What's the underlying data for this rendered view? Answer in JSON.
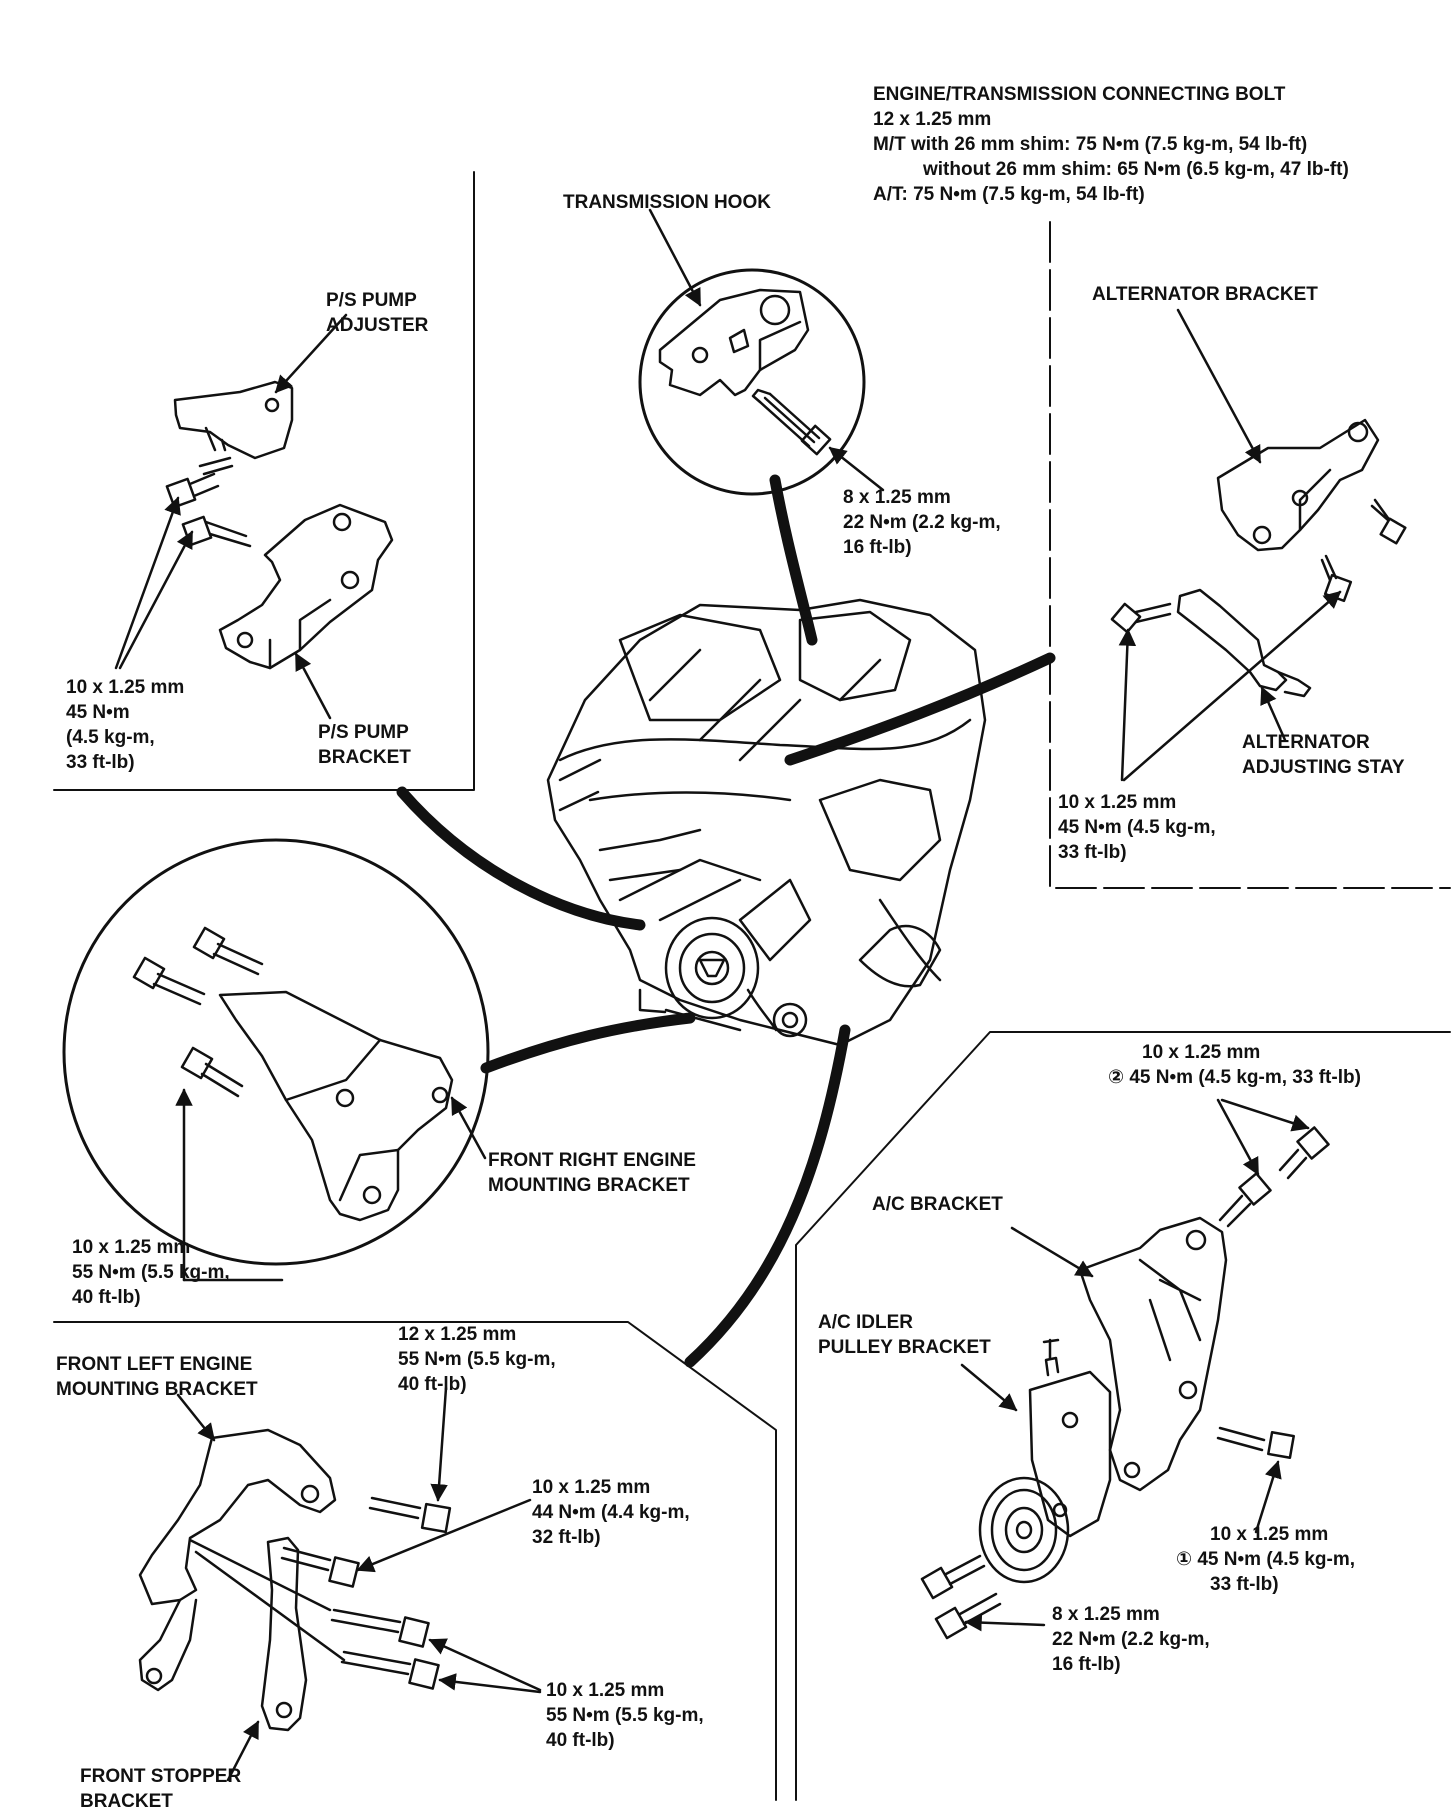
{
  "connecting_bolt": {
    "title": "ENGINE/TRANSMISSION CONNECTING BOLT",
    "size": "12 x 1.25 mm",
    "mt_with_shim": "M/T with 26 mm shim: 75 N•m (7.5 kg-m, 54 lb-ft)",
    "mt_without_shim": "without 26 mm shim: 65 N•m (6.5 kg-m, 47 lb-ft)",
    "at": "A/T: 75 N•m (7.5 kg-m, 54 lb-ft)"
  },
  "transmission_hook": {
    "title": "TRANSMISSION HOOK",
    "spec": [
      "8 x 1.25 mm",
      "22 N•m (2.2 kg-m,",
      "16 ft-lb)"
    ]
  },
  "ps_pump": {
    "adjuster": [
      "P/S PUMP",
      "ADJUSTER"
    ],
    "bracket": [
      "P/S PUMP",
      "BRACKET"
    ],
    "spec": [
      "10 x 1.25 mm",
      "45 N•m",
      "(4.5 kg-m,",
      "33 ft-lb)"
    ]
  },
  "alternator": {
    "bracket": "ALTERNATOR BRACKET",
    "stay": [
      "ALTERNATOR",
      "ADJUSTING STAY"
    ],
    "spec": [
      "10 x 1.25 mm",
      "45 N•m (4.5 kg-m,",
      "33 ft-lb)"
    ]
  },
  "front_right_mount": {
    "title": [
      "FRONT RIGHT ENGINE",
      "MOUNTING BRACKET"
    ],
    "spec": [
      "10 x 1.25 mm",
      "55 N•m (5.5 kg-m,",
      "40 ft-lb)"
    ]
  },
  "front_left_mount": {
    "title": [
      "FRONT LEFT ENGINE",
      "MOUNTING BRACKET"
    ],
    "spec_12": [
      "12 x 1.25 mm",
      "55 N•m (5.5 kg-m,",
      "40 ft-lb)"
    ],
    "spec_44": [
      "10 x 1.25 mm",
      "44 N•m (4.4 kg-m,",
      "32 ft-lb)"
    ],
    "spec_55": [
      "10 x 1.25 mm",
      "55 N•m (5.5 kg-m,",
      "40 ft-lb)"
    ],
    "stopper": [
      "FRONT STOPPER",
      "BRACKET"
    ]
  },
  "ac": {
    "top_spec": [
      "10 x 1.25 mm",
      "② 45 N•m (4.5 kg-m, 33 ft-lb)"
    ],
    "bracket": "A/C BRACKET",
    "idler": [
      "A/C IDLER",
      "PULLEY BRACKET"
    ],
    "spec_1": [
      "10 x 1.25 mm",
      "① 45 N•m (4.5 kg-m,",
      "33 ft-lb)"
    ],
    "spec_8": [
      "8 x 1.25 mm",
      "22 N•m (2.2 kg-m,",
      "16 ft-lb)"
    ]
  }
}
